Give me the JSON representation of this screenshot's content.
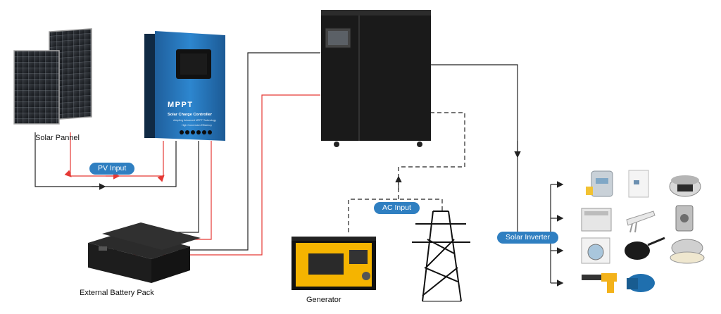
{
  "labels": {
    "solar_panel": "Solar Pannel",
    "battery": "External Battery Pack",
    "generator": "Generator"
  },
  "pills": {
    "pv_input": "PV Input",
    "ac_input": "AC Input",
    "solar_inverter": "Solar Inverter"
  },
  "controller": {
    "brand": "MPPT",
    "title": "Solar Charge Controller",
    "tagline": "Adopting Advanced MPPT Technology",
    "subline": "High Conversion Efficiency"
  },
  "colors": {
    "pill": "#2f7fc1",
    "controller_body": "#2a7cc4",
    "dc_line": "#e53935",
    "ac_line": "#222222"
  },
  "appliances": [
    "water-heater-icon",
    "fridge-icon",
    "rice-cooker-icon",
    "dishwasher-icon",
    "mixer-icon",
    "juicer-icon",
    "washing-machine-icon",
    "frying-pan-icon",
    "waffle-maker-icon",
    "drill-icon",
    "water-pump-icon"
  ]
}
